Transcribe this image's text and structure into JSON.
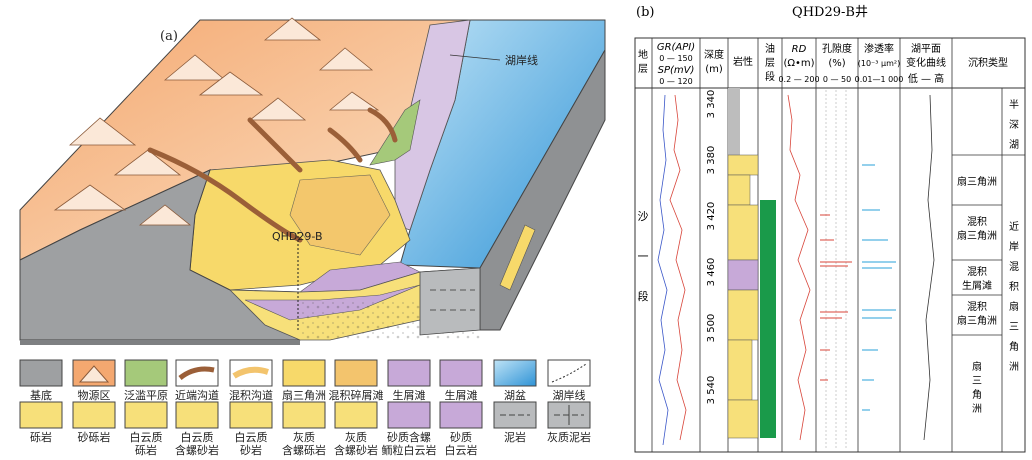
{
  "left_panel": {
    "panel_label": "(a)",
    "well_label": "QHD29-B",
    "shoreline_label": "湖岸线",
    "legend_row1": [
      "基底",
      "物源区",
      "泛滥平原",
      "近端沟道",
      "混积沟道",
      "扇三角洲",
      "混积碎屑滩",
      "生屑滩",
      "生屑滩",
      "湖盆",
      "湖岸线"
    ],
    "legend_row2": [
      [
        "砾岩"
      ],
      [
        "砂砾岩"
      ],
      [
        "白云质",
        "砾岩"
      ],
      [
        "白云质",
        "含螺砂岩"
      ],
      [
        "白云质",
        "砂岩"
      ],
      [
        "灰质",
        "含螺砾岩"
      ],
      [
        "灰质",
        "含螺砂岩"
      ],
      [
        "砂质含螺",
        "鲕粒白云岩"
      ],
      [
        "砂质",
        "白云岩"
      ],
      [
        "泥岩"
      ],
      [
        "灰质泥岩"
      ]
    ]
  },
  "right_panel": {
    "panel_label": "(b)",
    "title": "QHD29-B井",
    "headers": {
      "stratum": [
        "地",
        "层"
      ],
      "logs_gr": "GR(API)",
      "logs_gr_range": "0 — 150",
      "logs_sp": "SP(mV)",
      "logs_sp_range": "0 — 120",
      "depth": [
        "深度",
        "(m)"
      ],
      "lithology": "岩性",
      "oil_layer": [
        "油",
        "层",
        "段"
      ],
      "rd": "RD",
      "rd_unit": "(Ω•m)",
      "rd_range": "0.2 — 200",
      "porosity": "孔隙度",
      "porosity_unit": "(%)",
      "porosity_range": "0 — 50",
      "permeability": "渗透率",
      "permeability_unit": "(10⁻³ μm²)",
      "permeability_range": "0.01—1 000",
      "lake_curve": [
        "湖平面",
        "变化曲线"
      ],
      "lake_curve_range": "低 — 高",
      "facies": "沉积类型"
    },
    "stratum_name": [
      "沙",
      "一",
      "段"
    ],
    "depth_ticks": [
      "3 340",
      "3 380",
      "3 420",
      "3 460",
      "3 500",
      "3 540"
    ],
    "facies_column": [
      "扇三角洲",
      "混积\n扇三角洲",
      "混积\n生屑滩",
      "混积\n扇三角洲",
      "扇\n三\n角\n洲"
    ],
    "facies_outer": [
      "半",
      "深",
      "湖",
      "近",
      "岸",
      "混",
      "积",
      "扇",
      "三",
      "角",
      "洲"
    ]
  }
}
